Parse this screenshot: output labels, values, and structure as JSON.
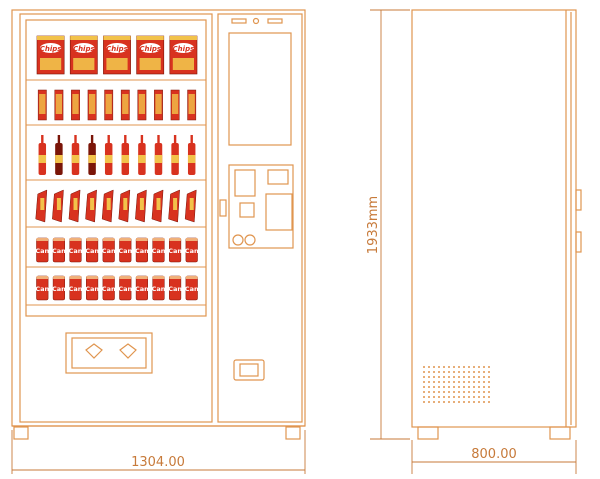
{
  "front_view": {
    "width_label": "1304.00",
    "height_label": "1933mm",
    "shelves": [
      {
        "product": "chips",
        "label": "Chips",
        "count": 5
      },
      {
        "product": "stick-snack",
        "count": 10
      },
      {
        "product": "bottle",
        "count": 10
      },
      {
        "product": "pouch",
        "count": 10
      },
      {
        "product": "can",
        "label": "Can",
        "count": 10
      },
      {
        "product": "can",
        "label": "Can",
        "count": 10
      }
    ]
  },
  "side_view": {
    "depth_label": "800.00"
  },
  "colors": {
    "line": "#e0954f",
    "dim": "#c77a3a",
    "product_red": "#d8321f",
    "product_dark": "#7a1508",
    "product_gold": "#f2c24a"
  }
}
